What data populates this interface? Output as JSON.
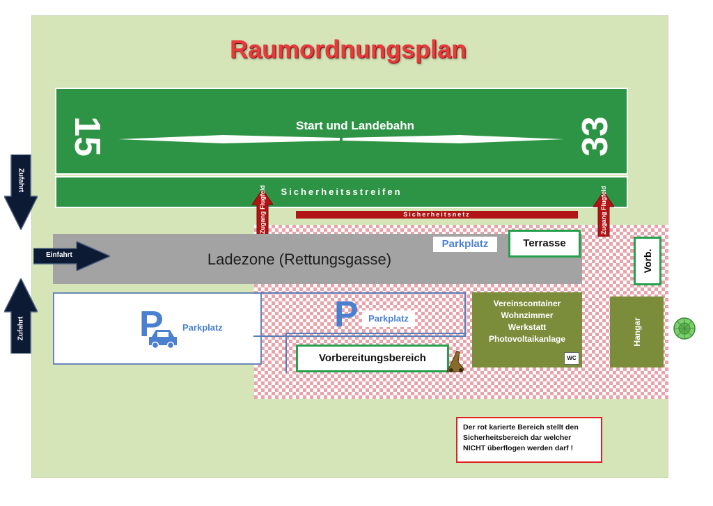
{
  "title": "Raumordnungsplan",
  "runway": {
    "label": "Start und Landebahn",
    "left_number": "15",
    "right_number": "33"
  },
  "safety_strip": "Sicherheitsstreifen",
  "safety_net": "Sicherheitsnetz",
  "access_left": "Zugang Flugfeld",
  "access_right": "Zugang Flugfeld",
  "ladezone": "Ladezone (Rettungsgasse)",
  "arrows": {
    "zufahrt_top": "Zufahrt",
    "einfahrt": "Einfahrt",
    "zufahrt_bottom": "Zufahrt"
  },
  "parking": {
    "left_symbol": "P",
    "left_label": "Parkplatz",
    "right_symbol": "P",
    "right_label": "Parkplatz",
    "top_label": "Parkplatz"
  },
  "terrasse": "Terrasse",
  "vorb": "Vorb.",
  "vorbereitungsbereich": "Vorbereitungsbereich",
  "container": {
    "lines": [
      "Vereinscontainer",
      "Wohnzimmer",
      "Werkstatt",
      "Photovoltaikanlage"
    ],
    "wc": "WC"
  },
  "hangar": "Hangar",
  "note": "Der rot karierte Bereich stellt den Sicherheitsbereich dar welcher NICHT überflogen werden darf !",
  "colors": {
    "grass": "#d5e5b8",
    "runway": "#2e9445",
    "ladezone": "#a3a3a3",
    "container": "#7b8d3b",
    "checker": "#d65a64",
    "frame_green": "#26a04c",
    "title": "#e8393b",
    "arrow_red": "#b01414",
    "arrow_dark": "#0d1a33"
  }
}
